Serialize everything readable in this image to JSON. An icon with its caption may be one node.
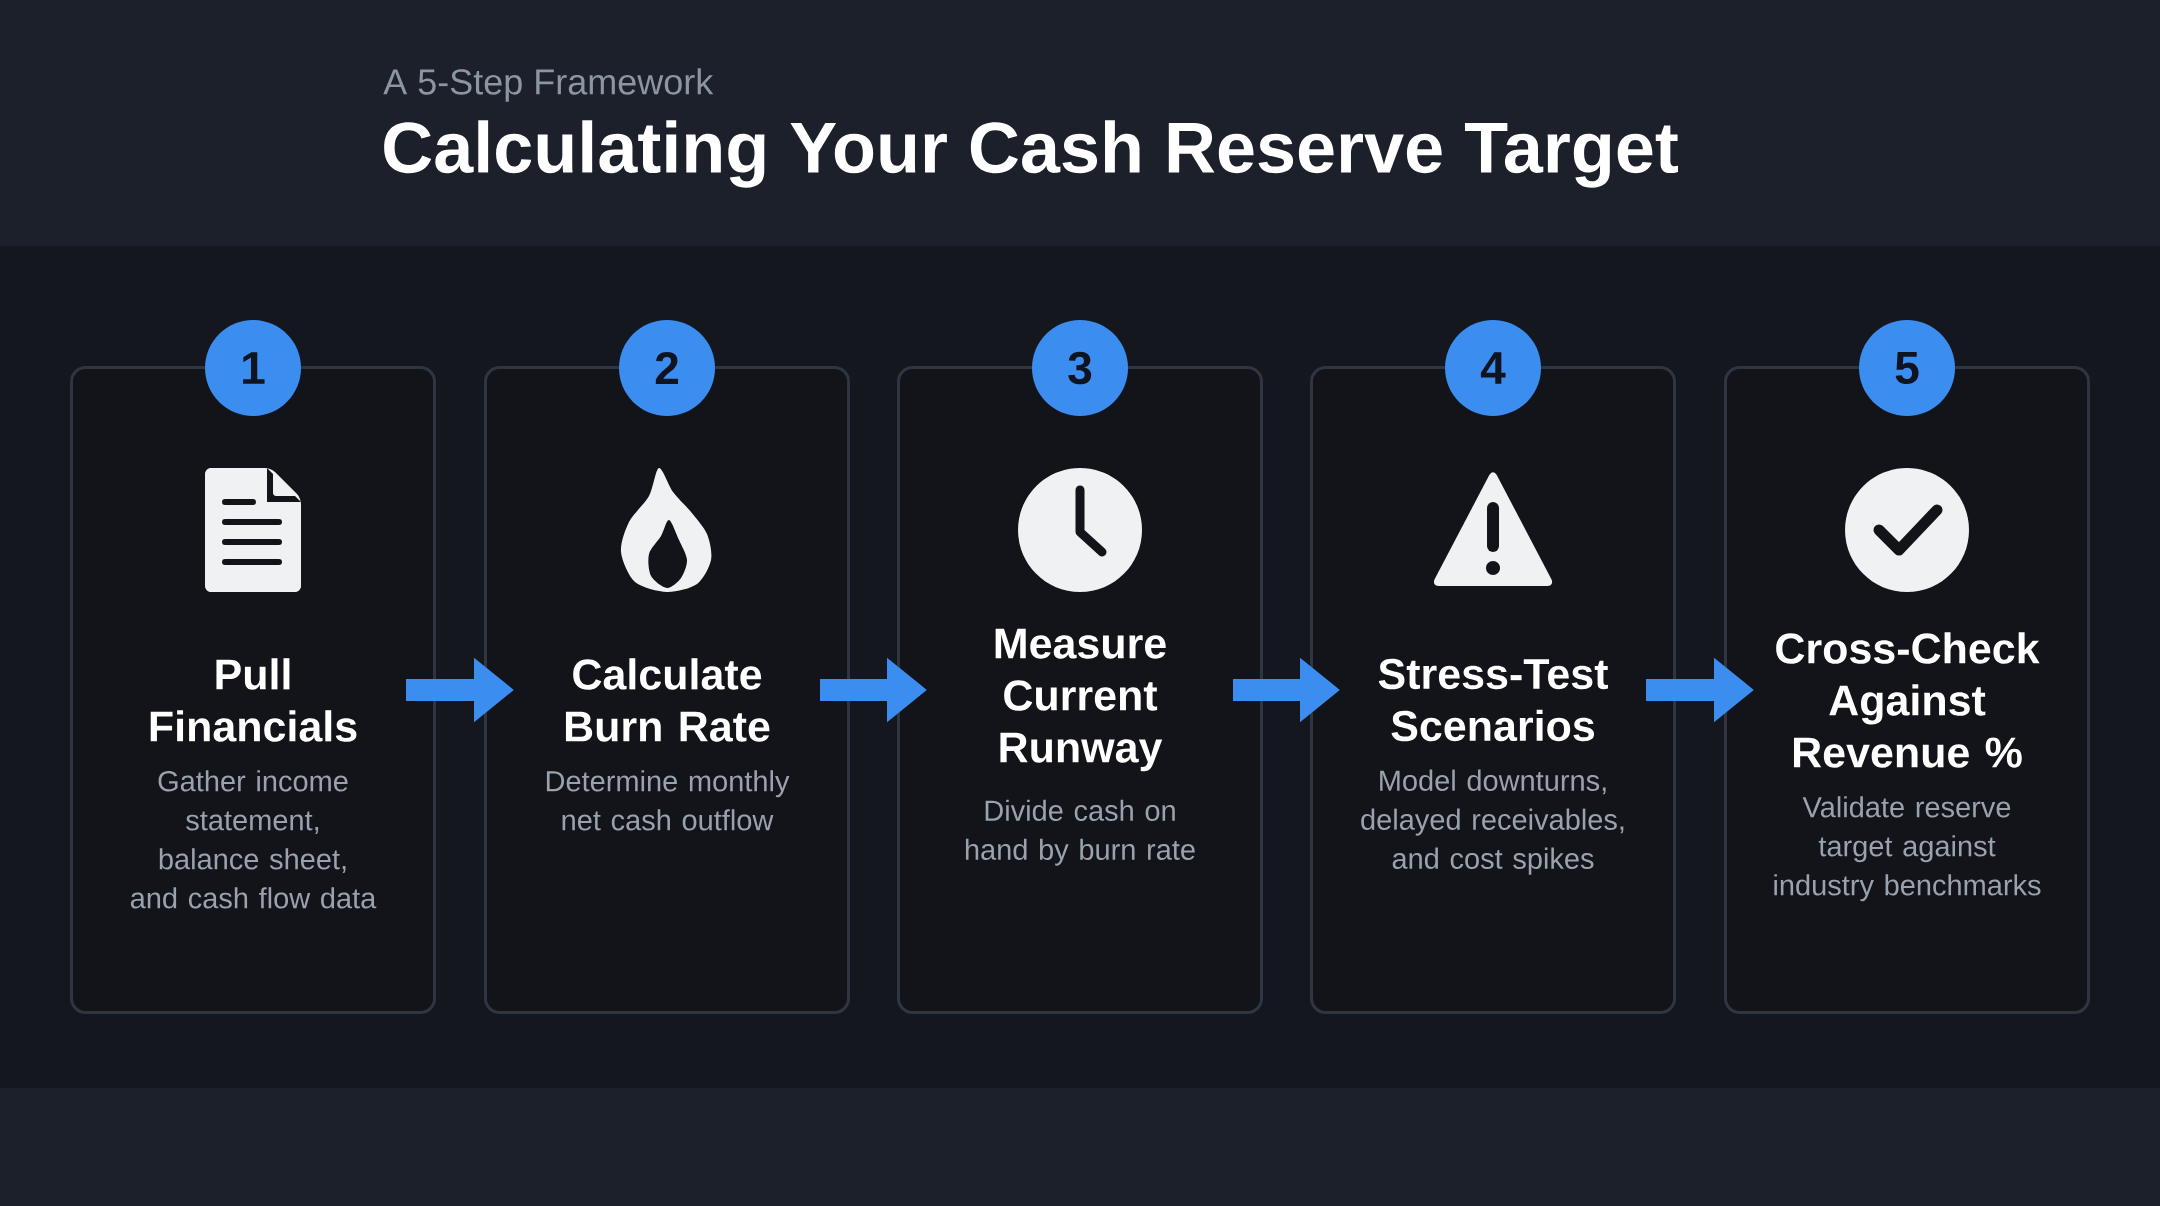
{
  "diagram": {
    "title": "Calculating Your Cash Reserve Target",
    "nodes": [
      {
        "text": [
          "1",
          "Pull Financials",
          "Gather income statement, balance sheet, and cash flow data"
        ]
      },
      {
        "text": [
          "2",
          "Calculate Burn Rate",
          "Determine monthly net cash outflow"
        ]
      },
      {
        "text": [
          "3",
          "Measure Current Runway",
          "Divide cash on hand by burn rate"
        ]
      },
      {
        "text": [
          "4",
          "Stress-Test Scenarios",
          "Model downturns, delayed receivables, and cost spikes"
        ]
      },
      {
        "text": [
          "5",
          "Cross-Check Against Revenue %",
          "Validate reserve target against industry benchmarks"
        ]
      }
    ],
    "edges": [
      {
        "from": 0,
        "to": 1,
        "arrow": "to"
      },
      {
        "from": 1,
        "to": 2,
        "arrow": "to"
      },
      {
        "from": 2,
        "to": 3,
        "arrow": "to"
      },
      {
        "from": 3,
        "to": 4,
        "arrow": "to"
      }
    ],
    "labels": [
      "A 5-Step Framework"
    ]
  }
}
